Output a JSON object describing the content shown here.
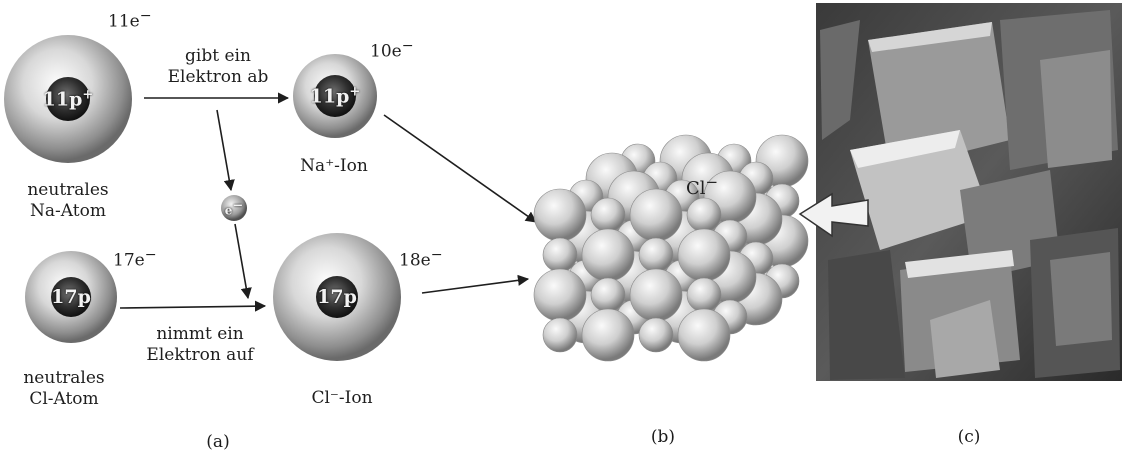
{
  "panel_a": {
    "label": "(a)",
    "na_atom": {
      "electrons": "11e",
      "nucleus": "11p",
      "caption_line1": "neutrales",
      "caption_line2": "Na-Atom"
    },
    "na_ion": {
      "electrons": "10e",
      "nucleus": "11p",
      "caption": "Na⁺-Ion"
    },
    "cl_atom": {
      "electrons": "17e",
      "nucleus": "17p",
      "caption_line1": "neutrales",
      "caption_line2": "Cl-Atom"
    },
    "cl_ion": {
      "electrons": "18e",
      "nucleus": "17p",
      "caption": "Cl⁻-Ion"
    },
    "electron": "e",
    "arrow_top_line1": "gibt ein",
    "arrow_top_line2": "Elektron ab",
    "arrow_bottom_line1": "nimmt ein",
    "arrow_bottom_line2": "Elektron auf"
  },
  "panel_b": {
    "label": "(b)",
    "ion_label": "Cl"
  },
  "panel_c": {
    "label": "(c)"
  }
}
